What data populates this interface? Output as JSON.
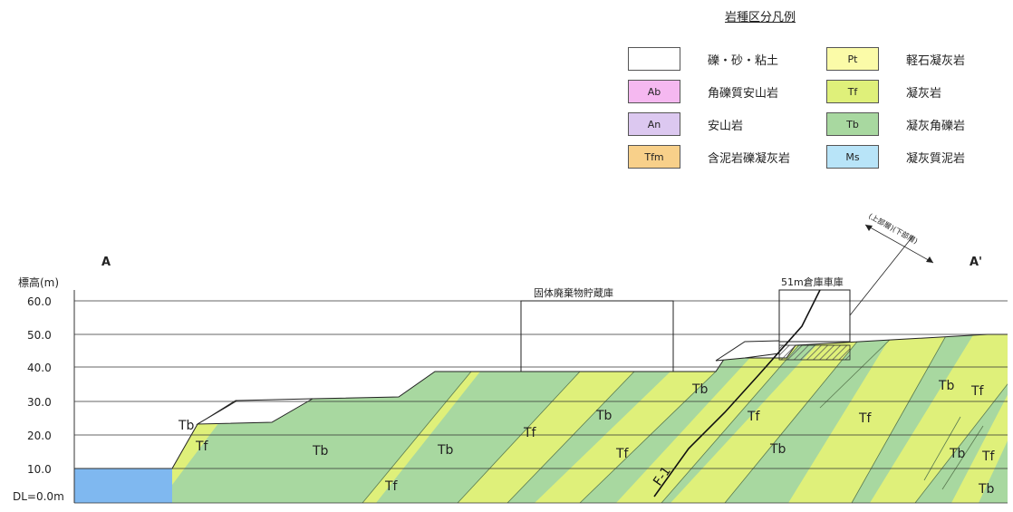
{
  "legend": {
    "title": "岩種区分凡例",
    "items": [
      {
        "code": "",
        "label": "礫・砂・粘土",
        "color": "#ffffff"
      },
      {
        "code": "Ab",
        "label": "角礫質安山岩",
        "color": "#f5b8f0"
      },
      {
        "code": "An",
        "label": "安山岩",
        "color": "#dcc8f0"
      },
      {
        "code": "Tfm",
        "label": "含泥岩礫凝灰岩",
        "color": "#f8d08a"
      },
      {
        "code": "Pt",
        "label": "軽石凝灰岩",
        "color": "#fbfba8"
      },
      {
        "code": "Tf",
        "label": "凝灰岩",
        "color": "#dff07a"
      },
      {
        "code": "Tb",
        "label": "凝灰角礫岩",
        "color": "#a8d8a0"
      },
      {
        "code": "Ms",
        "label": "凝灰質泥岩",
        "color": "#b8e4f8"
      }
    ]
  },
  "section": {
    "start_label": "A",
    "end_label": "A'",
    "axis_title": "標高(m)",
    "elevation_ticks": [
      {
        "value": 60,
        "label": "60.0"
      },
      {
        "value": 50,
        "label": "50.0"
      },
      {
        "value": 40,
        "label": "40.0"
      },
      {
        "value": 30,
        "label": "30.0"
      },
      {
        "value": 20,
        "label": "20.0"
      },
      {
        "value": 10,
        "label": "10.0"
      },
      {
        "value": 0,
        "label": "DL=0.0m"
      }
    ],
    "buildings": {
      "solid_waste": "固体廃棄物貯蔵庫",
      "garage": "51m倉庫車庫"
    },
    "direction_note": "(上部層)(下部層)",
    "fault_label": "F-1",
    "unit_labels": {
      "tb": "Tb",
      "tf": "Tf"
    }
  },
  "colors": {
    "tb": "#a8d8a0",
    "tf": "#dff07a",
    "water": "#7fb8f0",
    "line": "#222222"
  }
}
